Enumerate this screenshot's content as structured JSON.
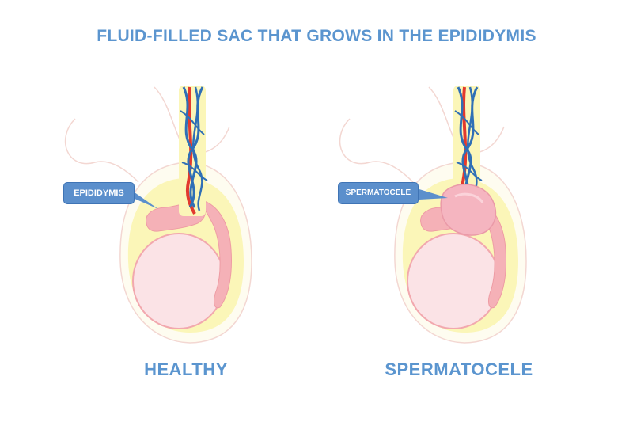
{
  "title": "FLUID-FILLED SAC THAT GROWS IN THE EPIDIDYMIS",
  "panels": {
    "left": {
      "caption": "HEALTHY",
      "callout": "EPIDIDYMIS"
    },
    "right": {
      "caption": "SPERMATOCELE",
      "callout": "SPERMATOCELE"
    }
  },
  "colors": {
    "title": "#5b95cf",
    "caption": "#5b95cf",
    "callout_bg": "#5b8fcc",
    "scrotum_fill": "#fbf6b8",
    "testis_fill": "#fbe3e6",
    "epididymis_fill": "#f5b1b7",
    "vein": "#2f6fb6",
    "artery": "#e2392e"
  }
}
